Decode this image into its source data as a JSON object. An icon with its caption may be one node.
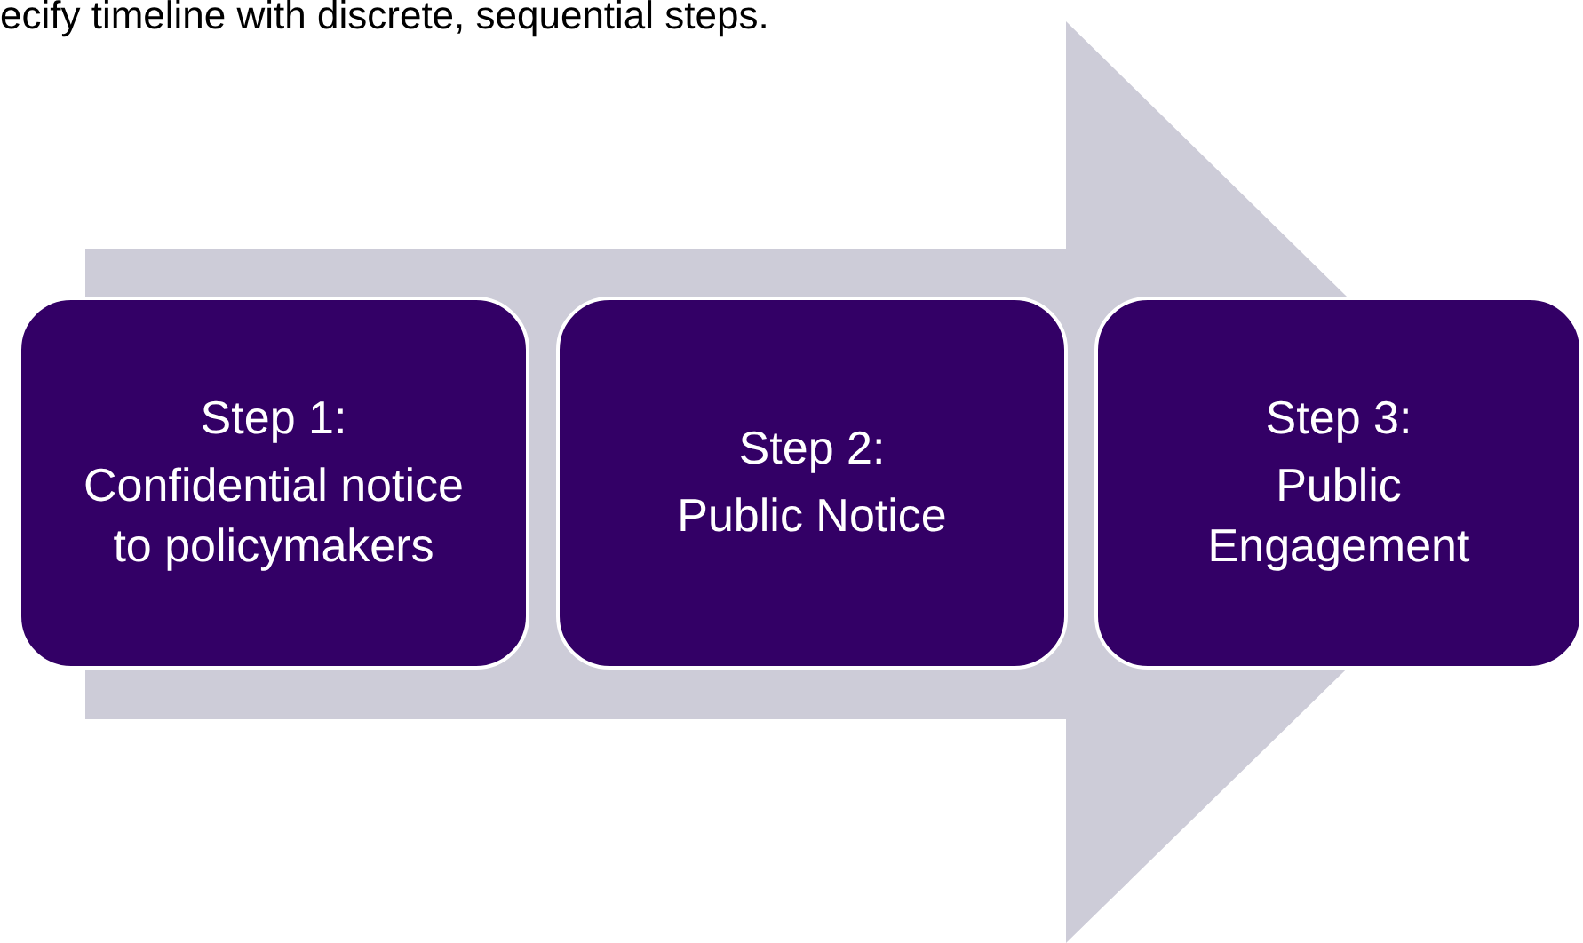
{
  "diagram": {
    "nodes": [
      {
        "text": [
          "Step 1:",
          "Confidential notice to policymakers"
        ]
      },
      {
        "text": [
          "Step 2:",
          "Public Notice"
        ]
      },
      {
        "text": [
          "Step 3:",
          "Public Engagement"
        ]
      }
    ],
    "edges": [
      {
        "from": 0,
        "to": 2,
        "arrow": "to"
      }
    ],
    "labels": [
      "ecify timeline with discrete, sequential steps."
    ]
  }
}
